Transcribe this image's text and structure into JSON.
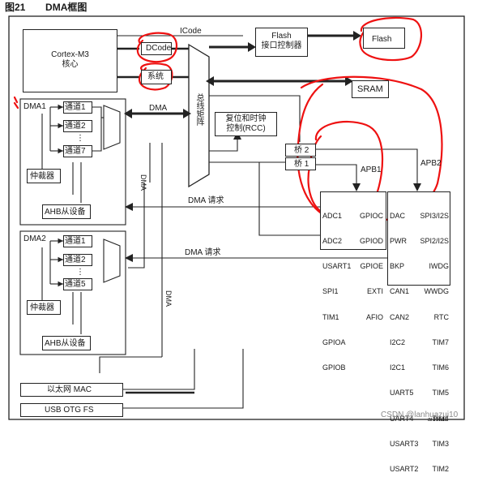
{
  "figure": {
    "number": "图21",
    "title": "DMA框图"
  },
  "core": {
    "name": "Cortex-M3",
    "sub": "核心"
  },
  "bus_labels": {
    "icode": "ICode",
    "dcode": "DCode",
    "system": "系统",
    "bus_matrix": "总线矩阵"
  },
  "flash_ctrl": {
    "line1": "Flash",
    "line2": "接口控制器"
  },
  "flash": "Flash",
  "sram": "SRAM",
  "rcc": {
    "line1": "复位和时钟",
    "line2": "控制(RCC)"
  },
  "bridges": {
    "bridge2": "桥 2",
    "bridge1": "桥 1",
    "apb1": "APB1",
    "apb2": "APB2"
  },
  "dma1": {
    "title": "DMA1",
    "channels": [
      "通道1",
      "通道2",
      "通道7"
    ],
    "arbiter": "仲裁器",
    "ahb_slave": "AHB从设备"
  },
  "dma2": {
    "title": "DMA2",
    "channels": [
      "通道1",
      "通道2",
      "通道5"
    ],
    "arbiter": "仲裁器",
    "ahb_slave": "AHB从设备"
  },
  "arrows": {
    "dma_h": "DMA",
    "dma_v1": "DMA",
    "dma_v2": "DMA",
    "dma_req1": "DMA 请求",
    "dma_req2": "DMA 请求"
  },
  "apb2_left": [
    "ADC1",
    "ADC2",
    "USART1",
    "SPI1",
    "TIM1",
    "GPIOA",
    "GPIOB"
  ],
  "apb2_right": [
    "GPIOC",
    "GPIOD",
    "GPIOE",
    "EXTI",
    "AFIO"
  ],
  "apb1_left": [
    "DAC",
    "PWR",
    "BKP",
    "CAN1",
    "CAN2",
    "I2C2",
    "I2C1",
    "UART5",
    "UART4",
    "USART3",
    "USART2"
  ],
  "apb1_right": [
    "SPI3/I2S",
    "SPI2/I2S",
    "IWDG",
    "WWDG",
    "RTC",
    "TIM7",
    "TIM6",
    "TIM5",
    "TIM4",
    "TIM3",
    "TIM2"
  ],
  "ethernet": "以太网 MAC",
  "usb": "USB OTG FS",
  "figure_code": "ai15811",
  "watermark": "CSDN @lanhuazui10",
  "annotation_color": "#ee1111"
}
